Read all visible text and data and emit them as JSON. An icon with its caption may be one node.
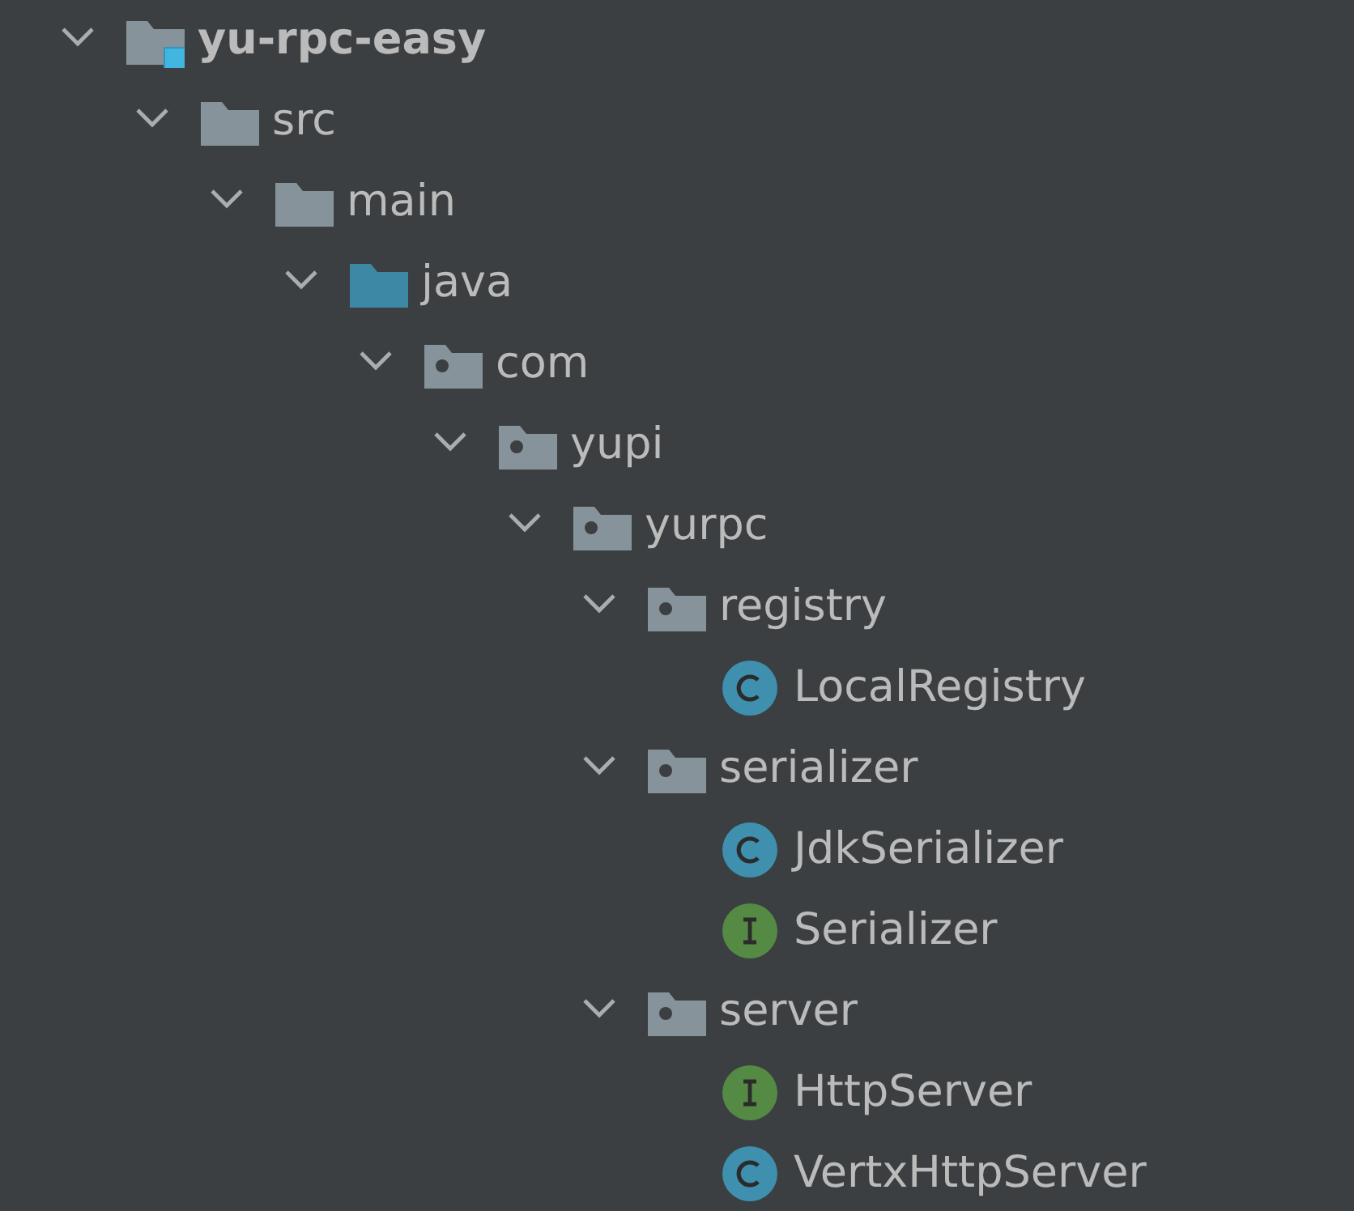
{
  "diagram": {
    "labels": [
      "yu-rpc-easy",
      "src",
      "main",
      "java",
      "com",
      "yupi",
      "yurpc",
      "registry",
      "LocalRegistry",
      "serializer",
      "JdkSerializer",
      "Serializer",
      "server",
      "HttpServer",
      "VertxHttpServer"
    ]
  }
}
